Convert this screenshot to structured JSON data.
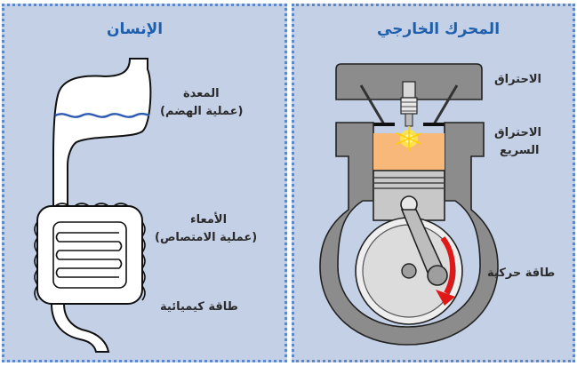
{
  "right_panel": {
    "title": "المحرك الخارجي",
    "label_combustion": "الاحتراق",
    "label_rapid_combustion_line1": "الاحتراق",
    "label_rapid_combustion_line2": "السريع",
    "label_kinetic_energy": "طاقة حركية"
  },
  "left_panel": {
    "title": "الإنسان",
    "label_stomach": "المعدة",
    "label_digestion": "(عملية الهضم)",
    "label_intestines": "الأمعاء",
    "label_absorption": "(عملية الامتصاص)",
    "label_chemical_energy": "طاقة كيميائية"
  },
  "colors": {
    "panel_bg": "#c3d0e6",
    "border": "#5c88c8",
    "title": "#1e5fad",
    "engine_gray": "#8c8c8c",
    "flame": "#f7b87a",
    "arrow": "#e01818"
  }
}
